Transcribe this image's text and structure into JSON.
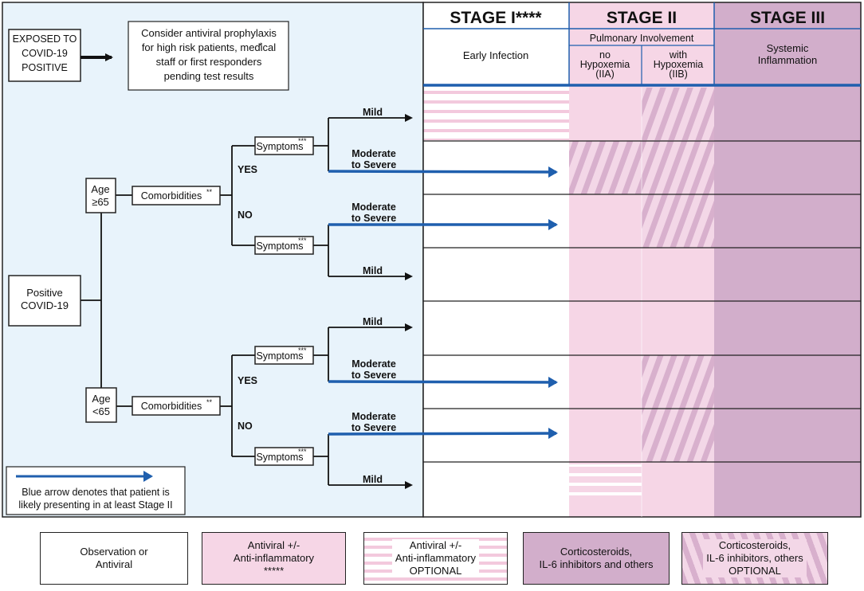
{
  "stages": {
    "stage1": {
      "title": "STAGE I****",
      "subtitle": "Early Infection"
    },
    "stage2": {
      "title": "STAGE II",
      "subtitle": "Pulmonary Involvement",
      "iia": "no\nHypoxemia\n(IIA)",
      "iib": "with\nHypoxemia\n(IIB)"
    },
    "stage3": {
      "title": "STAGE III",
      "subtitle": "Systemic\nInflammation"
    }
  },
  "exposed": {
    "box": "EXPOSED TO\nCOVID-19\nPOSITIVE",
    "note": "Consider antiviral prophylaxis\nfor high risk patients, medical\nstaff or first responders\npending test results",
    "note_mark": "*"
  },
  "flow": {
    "positive": "Positive\nCOVID-19",
    "age_high": "Age\n≥65",
    "age_low": "Age\n<65",
    "comorbidities": "Comorbidities",
    "comorb_mark": "**",
    "symptoms": "Symptoms",
    "symptoms_mark": "***",
    "yes": "YES",
    "no": "NO",
    "mild": "Mild",
    "moderate": "Moderate\nto Severe"
  },
  "blue_note": "Blue arrow denotes that patient is\nlikely presenting in at least Stage II",
  "legend": [
    {
      "label": "Observation or\nAntiviral"
    },
    {
      "label": "Antiviral +/-\nAnti-inflammatory\n*****"
    },
    {
      "label": "Antiviral +/-\nAnti-inflammatory\nOPTIONAL"
    },
    {
      "label": "Corticosteroids,\nIL-6 inhibitors and others"
    },
    {
      "label": "Corticosteroids,\nIL-6 inhibitors, others\nOPTIONAL"
    }
  ],
  "colors": {
    "blue": "#1f5fae",
    "light_blue": "#e8f3fb",
    "pink": "#f6d6e6",
    "mauve": "#d2aecb",
    "stripe": "#f3c9dd",
    "diag": "#d8b0cd"
  }
}
